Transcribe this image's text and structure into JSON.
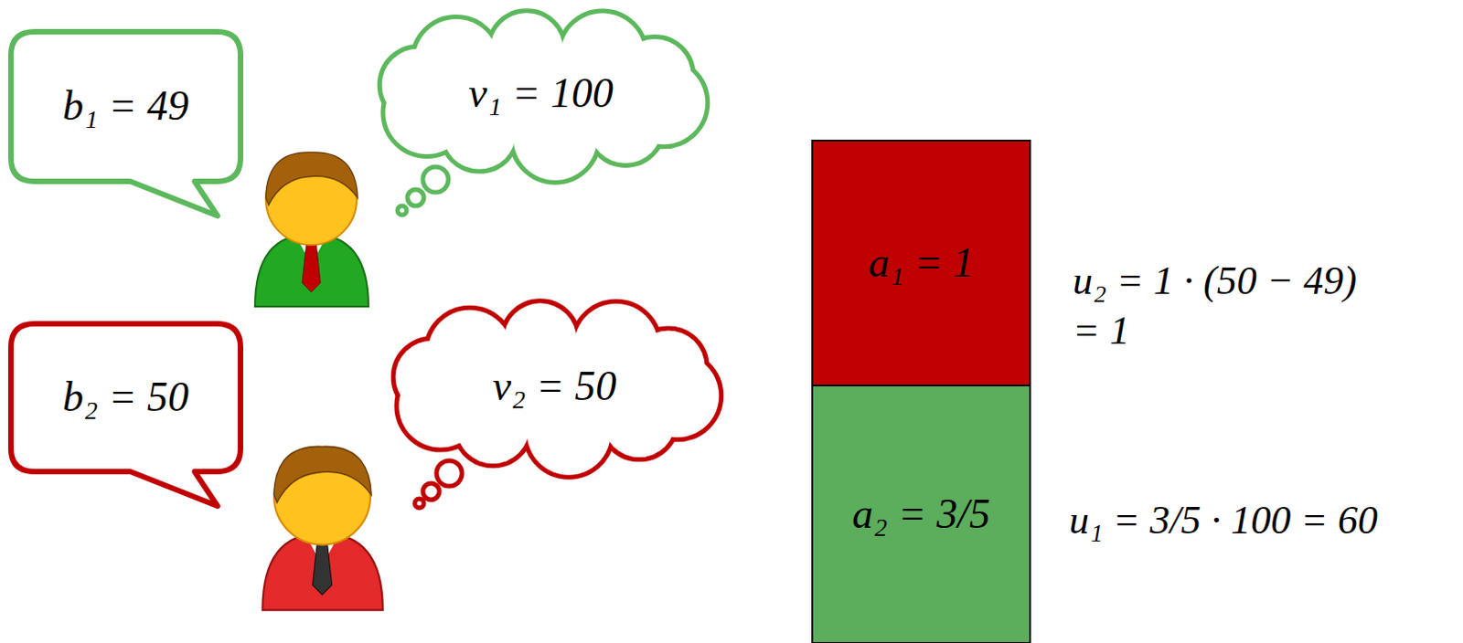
{
  "diagram": {
    "nodes": [
      {
        "text": [
          "b₁ = 49"
        ]
      },
      {
        "text": [
          "v₁ = 100"
        ]
      },
      {
        "text": [
          "a₁ = 1"
        ]
      },
      {
        "text": [
          "b₂ = 50"
        ]
      },
      {
        "text": [
          "v₂ = 50"
        ]
      },
      {
        "text": [
          "a₂ = 3/5"
        ]
      }
    ],
    "labels": [
      "u₂ = 1 · (50 − 49) = 1",
      "u₁ = 3/5 · 100 = 60"
    ]
  }
}
